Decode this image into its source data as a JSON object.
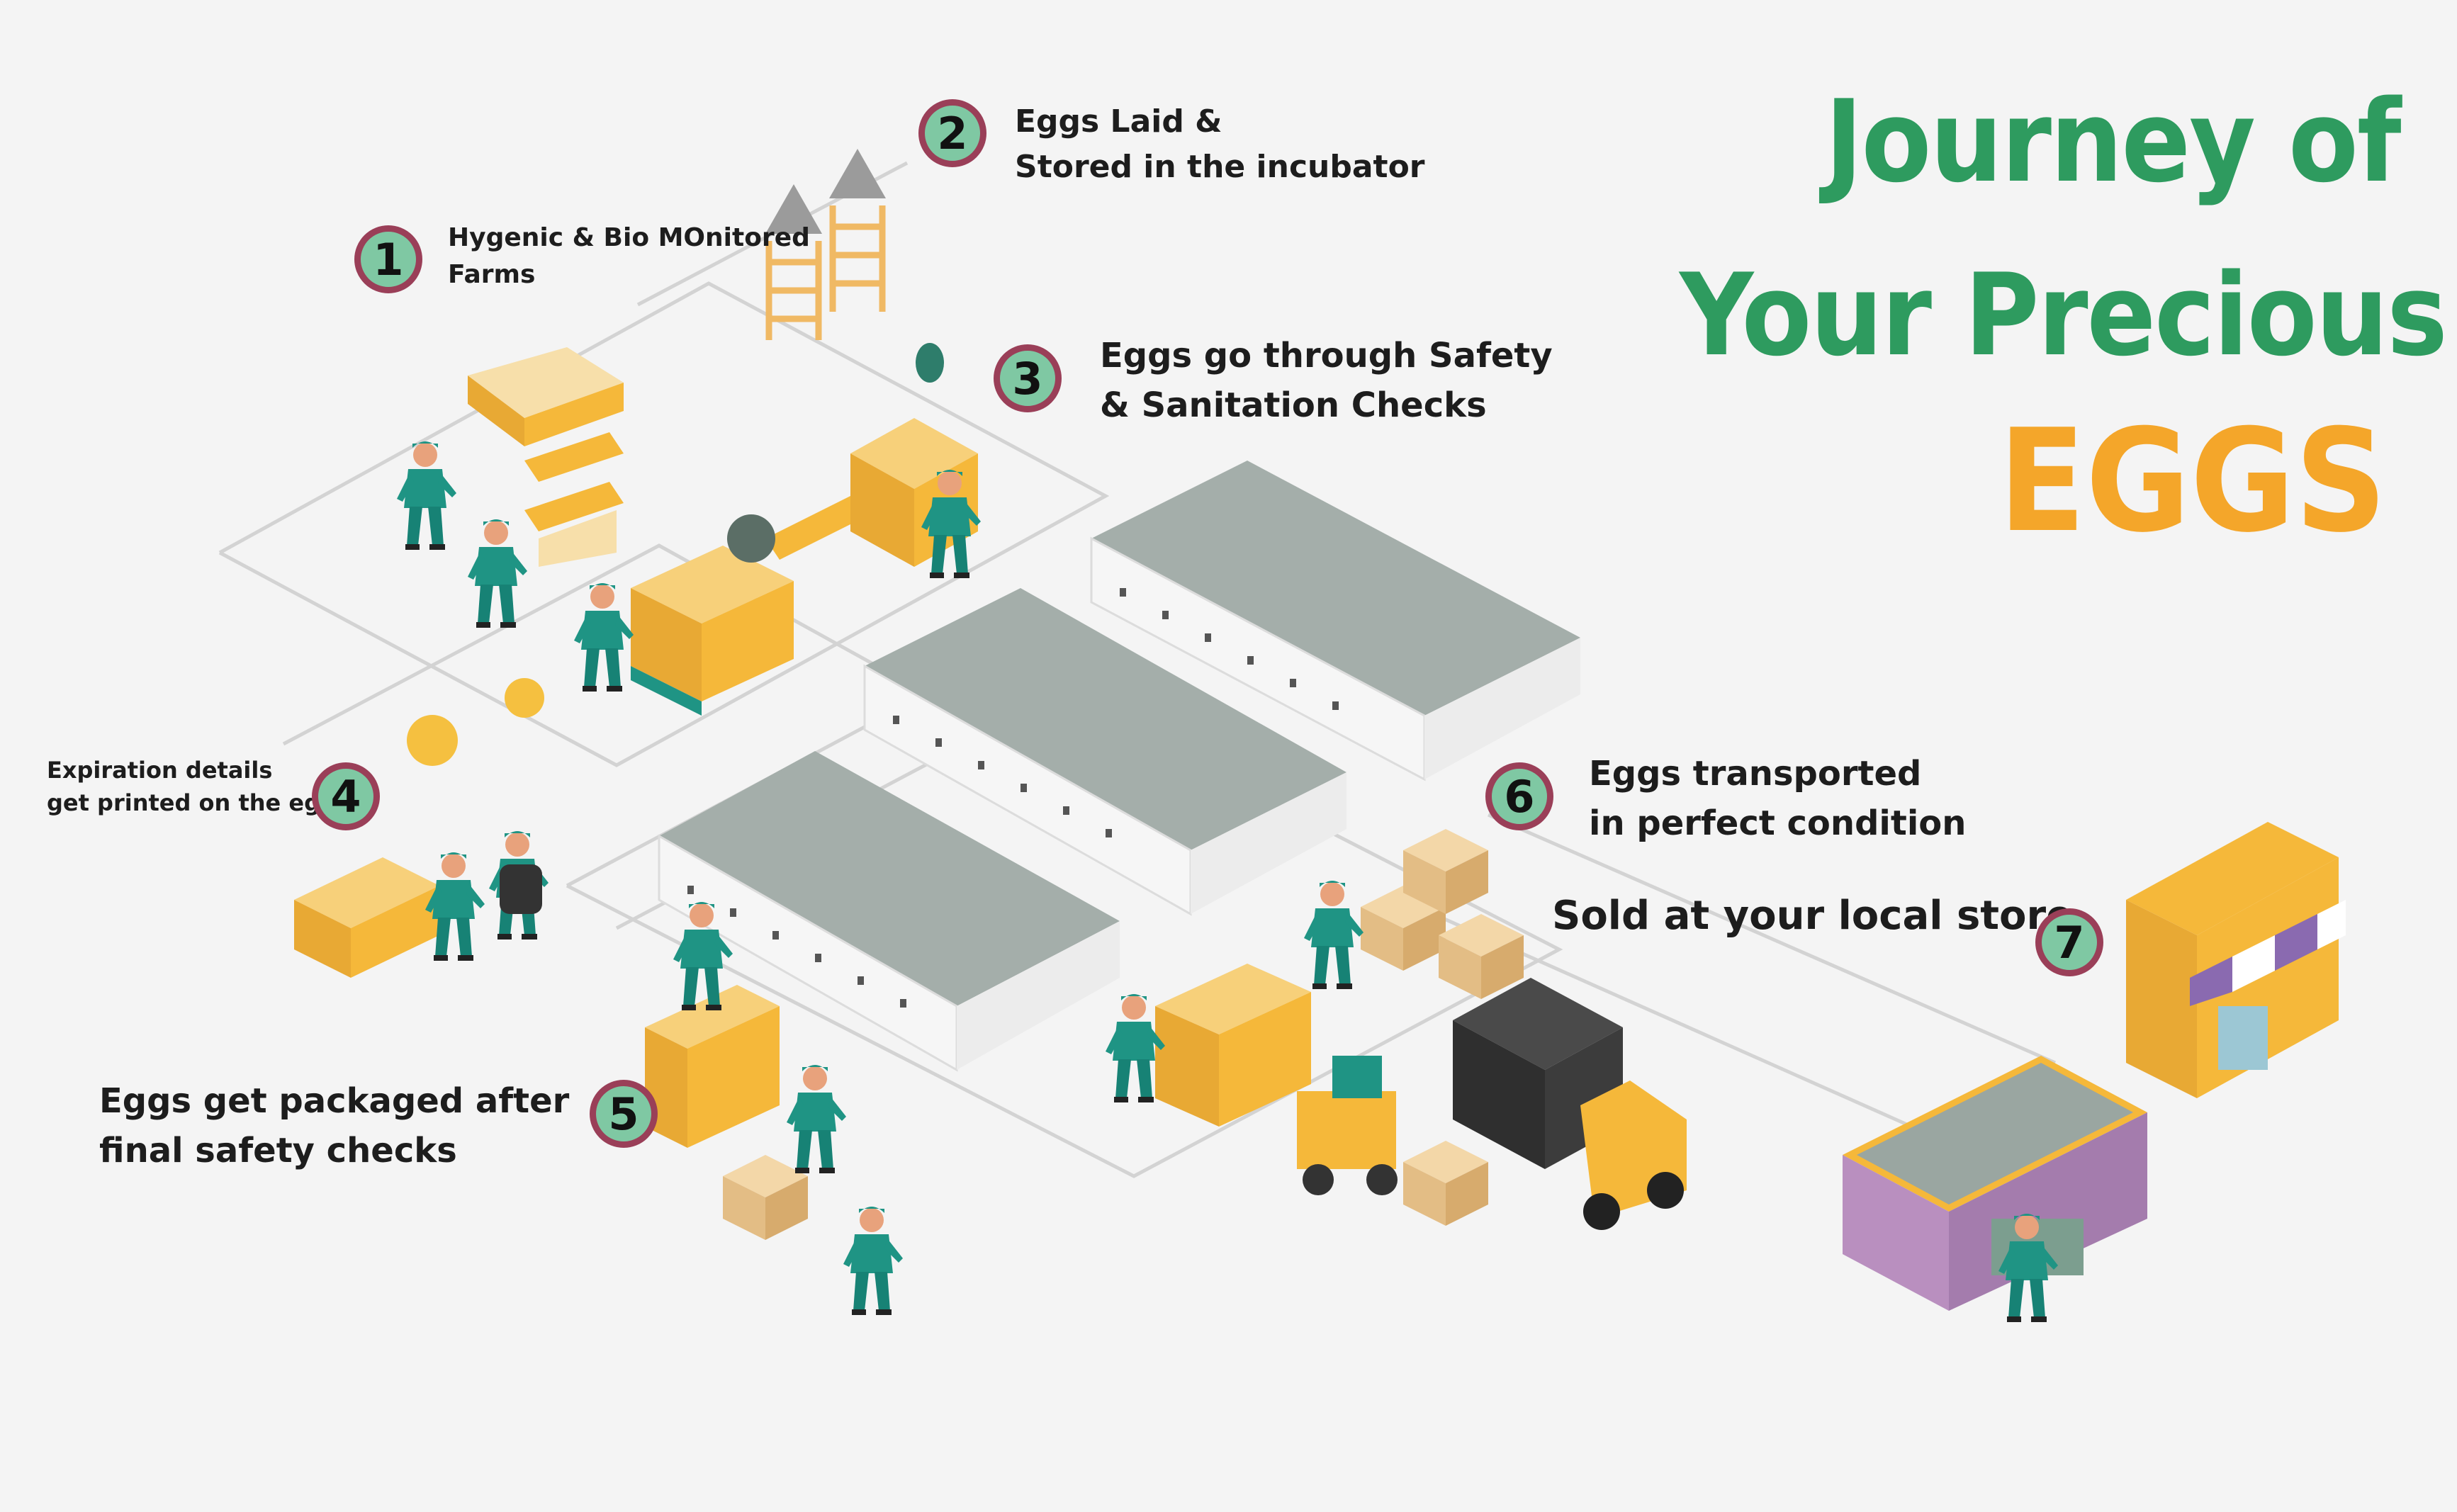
{
  "title": {
    "line1": "Journey of",
    "line2": "Your Precious",
    "line3": "EGGS"
  },
  "colors": {
    "green": "#2e9b5f",
    "orange": "#f4a62a",
    "badge_fill": "#7fc8a3",
    "badge_ring": "#9a3f58",
    "worker": "#1f9484",
    "machine": "#f5b83a",
    "roof": "#a4aeaa"
  },
  "steps": [
    {
      "number": "1",
      "lines": [
        "Hygenic & Bio MOnitored",
        "Farms"
      ]
    },
    {
      "number": "2",
      "lines": [
        "Eggs Laid &",
        "Stored in the incubator"
      ]
    },
    {
      "number": "3",
      "lines": [
        "Eggs go through Safety",
        "& Sanitation Checks"
      ]
    },
    {
      "number": "4",
      "lines": [
        "Expiration details",
        "get printed on the eggs"
      ]
    },
    {
      "number": "5",
      "lines": [
        "Eggs get packaged after",
        "final safety checks"
      ]
    },
    {
      "number": "6",
      "lines": [
        "Eggs transported",
        "in perfect condition"
      ]
    },
    {
      "number": "7",
      "lines": [
        "Sold at your local store"
      ]
    }
  ]
}
